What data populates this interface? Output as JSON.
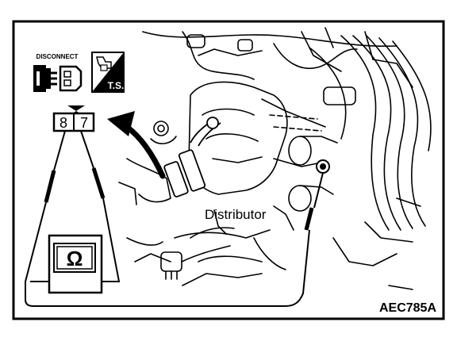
{
  "figure": {
    "disconnect_label": "DISCONNECT",
    "ts_label": "T.S.",
    "terminal_left": "8",
    "terminal_right": "7",
    "ohm_symbol": "Ω",
    "distributor_label": "Distributor",
    "figure_code": "AEC785A"
  },
  "icons": {
    "disconnect": "disconnect-connector-icon",
    "ts": "test-symbol-icon",
    "ohmmeter": "ohmmeter-icon"
  },
  "colors": {
    "ink": "#000000",
    "paper": "#ffffff"
  }
}
